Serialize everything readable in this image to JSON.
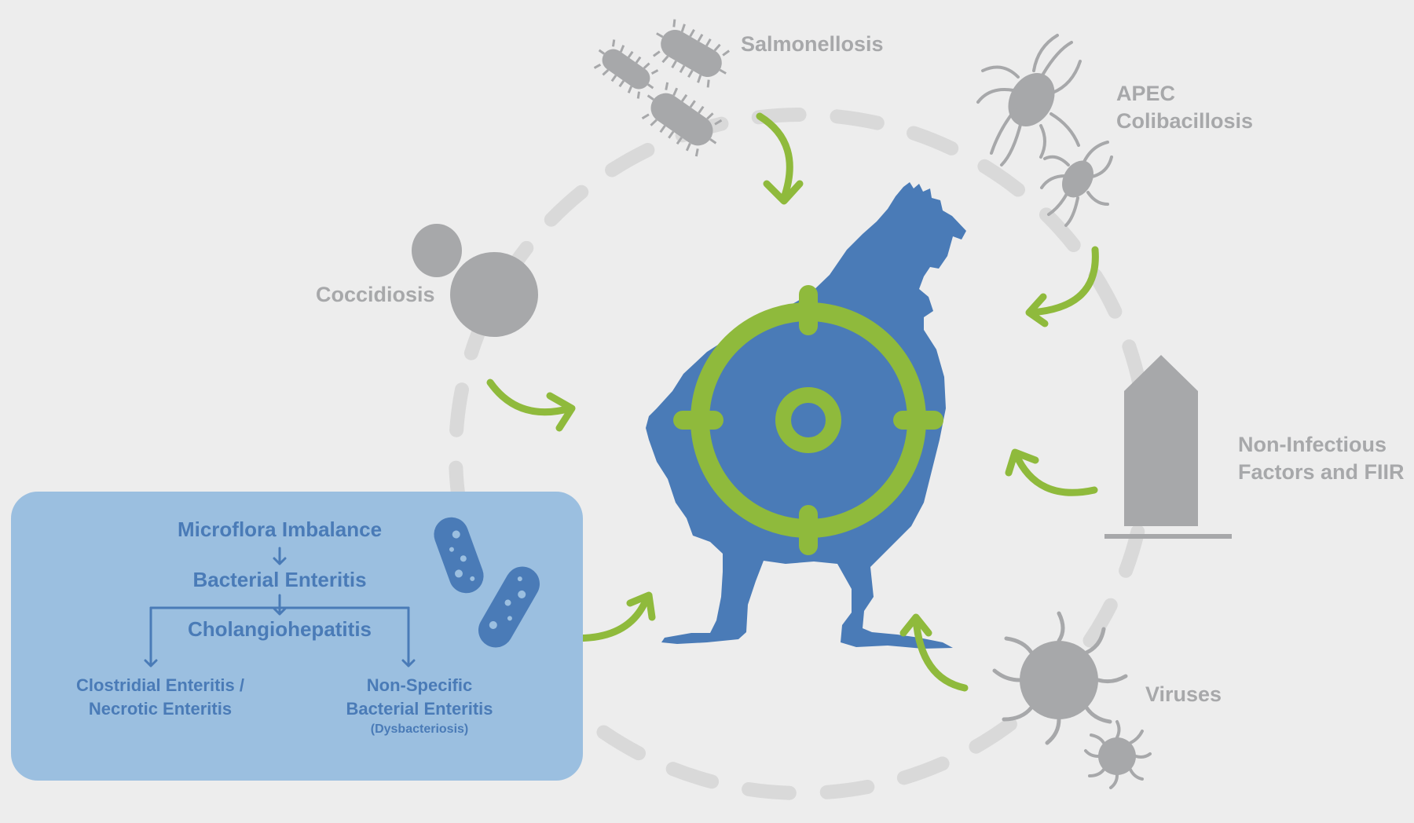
{
  "labels": {
    "salmonellosis": "Salmonellosis",
    "apec_line1": "APEC",
    "apec_line2": "Colibacillosis",
    "coccidiosis": "Coccidiosis",
    "noninf_line1": "Non-Infectious",
    "noninf_line2": "Factors and FIIR",
    "viruses": "Viruses"
  },
  "box": {
    "microflora": "Microflora Imbalance",
    "bacterial": "Bacterial Enteritis",
    "cholangio": "Cholangiohepatitis",
    "clostridial_line1": "Clostridial Enteritis /",
    "clostridial_line2": "Necrotic Enteritis",
    "nonspecific_line1": "Non-Specific",
    "nonspecific_line2": "Bacterial Enteritis",
    "nonspecific_line3": "(Dysbacteriosis)"
  },
  "colors": {
    "background": "#ededed",
    "gray_icon": "#a7a8aa",
    "dashed_ring": "#d9d9d9",
    "green_arrow": "#8fba3c",
    "chicken_blue": "#4a7bb7",
    "box_fill": "#9bbfe0",
    "box_text": "#4a7bb7"
  }
}
